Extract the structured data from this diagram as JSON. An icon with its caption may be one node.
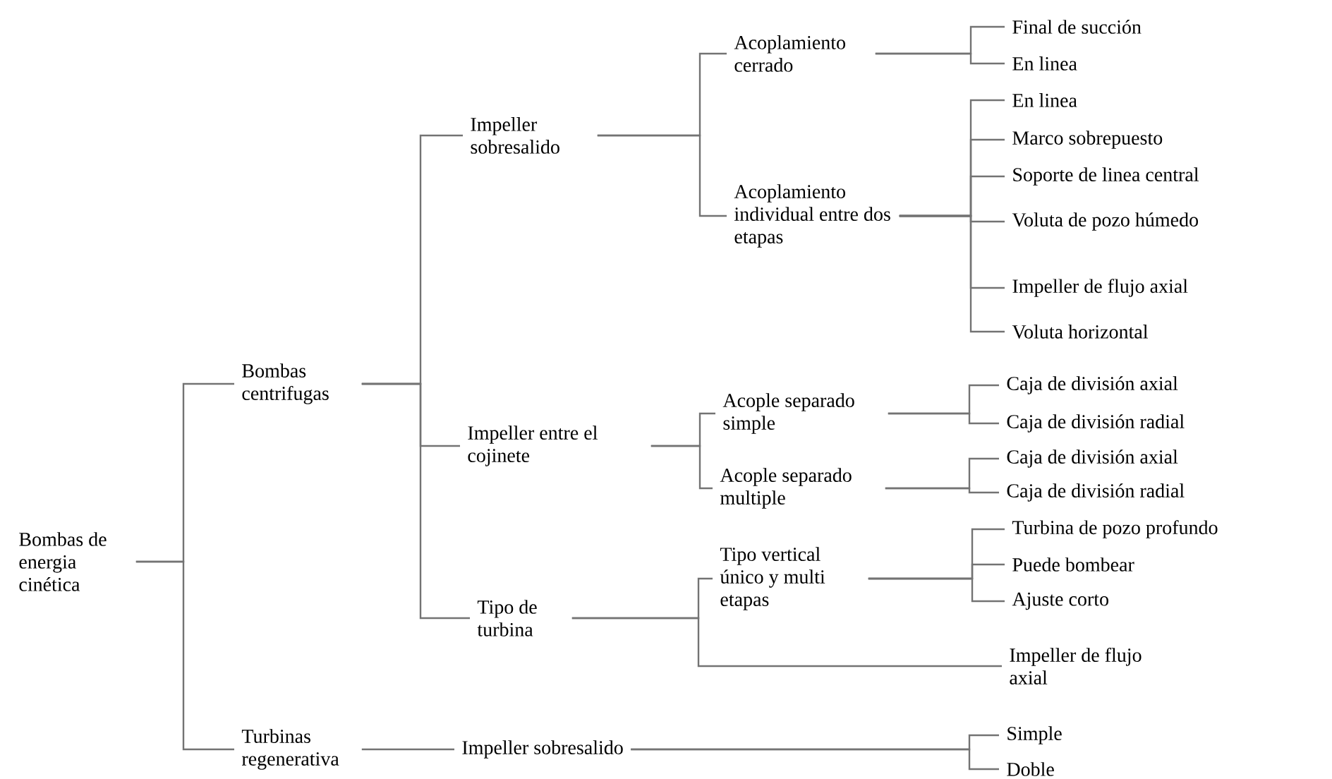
{
  "diagram": {
    "nodes": [
      {
        "text": [
          "Bombas de energia cinética"
        ]
      },
      {
        "text": [
          "Bombas centrifugas"
        ]
      },
      {
        "text": [
          "Impeller sobresalido"
        ]
      },
      {
        "text": [
          "Acoplamiento cerrado"
        ]
      },
      {
        "text": [
          "Final de succión"
        ]
      },
      {
        "text": [
          "En linea"
        ]
      },
      {
        "text": [
          "Acoplamiento individual entre dos etapas"
        ]
      },
      {
        "text": [
          "En linea"
        ]
      },
      {
        "text": [
          "Marco sobrepuesto"
        ]
      },
      {
        "text": [
          "Soporte de linea central"
        ]
      },
      {
        "text": [
          "Voluta de pozo húmedo"
        ]
      },
      {
        "text": [
          "Impeller de flujo axial"
        ]
      },
      {
        "text": [
          "Voluta horizontal"
        ]
      },
      {
        "text": [
          "Impeller entre el cojinete"
        ]
      },
      {
        "text": [
          "Acople separado simple"
        ]
      },
      {
        "text": [
          "Caja de división axial"
        ]
      },
      {
        "text": [
          "Caja de división radial"
        ]
      },
      {
        "text": [
          "Acople separado multiple"
        ]
      },
      {
        "text": [
          "Caja de división axial"
        ]
      },
      {
        "text": [
          "Caja de división radial"
        ]
      },
      {
        "text": [
          "Tipo de turbina"
        ]
      },
      {
        "text": [
          "Tipo vertical único y multi etapas"
        ]
      },
      {
        "text": [
          "Turbina de pozo profundo"
        ]
      },
      {
        "text": [
          "Puede bombear"
        ]
      },
      {
        "text": [
          "Ajuste corto"
        ]
      },
      {
        "text": [
          "Impeller de flujo axial"
        ]
      },
      {
        "text": [
          "Turbinas regenerativa"
        ]
      },
      {
        "text": [
          "Impeller sobresalido"
        ]
      },
      {
        "text": [
          "Simple"
        ]
      },
      {
        "text": [
          "Doble"
        ]
      }
    ],
    "edges": [
      {
        "from": 0,
        "to": 1,
        "arrow": "none"
      },
      {
        "from": 0,
        "to": 26,
        "arrow": "none"
      },
      {
        "from": 1,
        "to": 2,
        "arrow": "none"
      },
      {
        "from": 1,
        "to": 13,
        "arrow": "none"
      },
      {
        "from": 1,
        "to": 20,
        "arrow": "none"
      },
      {
        "from": 2,
        "to": 3,
        "arrow": "none"
      },
      {
        "from": 2,
        "to": 6,
        "arrow": "none"
      },
      {
        "from": 3,
        "to": 4,
        "arrow": "none"
      },
      {
        "from": 3,
        "to": 5,
        "arrow": "none"
      },
      {
        "from": 6,
        "to": 7,
        "arrow": "none"
      },
      {
        "from": 6,
        "to": 8,
        "arrow": "none"
      },
      {
        "from": 6,
        "to": 9,
        "arrow": "none"
      },
      {
        "from": 6,
        "to": 10,
        "arrow": "none"
      },
      {
        "from": 6,
        "to": 11,
        "arrow": "none"
      },
      {
        "from": 6,
        "to": 12,
        "arrow": "none"
      },
      {
        "from": 13,
        "to": 14,
        "arrow": "none"
      },
      {
        "from": 13,
        "to": 17,
        "arrow": "none"
      },
      {
        "from": 14,
        "to": 15,
        "arrow": "none"
      },
      {
        "from": 14,
        "to": 16,
        "arrow": "none"
      },
      {
        "from": 17,
        "to": 18,
        "arrow": "none"
      },
      {
        "from": 17,
        "to": 19,
        "arrow": "none"
      },
      {
        "from": 20,
        "to": 21,
        "arrow": "none"
      },
      {
        "from": 20,
        "to": 25,
        "arrow": "none"
      },
      {
        "from": 21,
        "to": 22,
        "arrow": "none"
      },
      {
        "from": 21,
        "to": 23,
        "arrow": "none"
      },
      {
        "from": 21,
        "to": 24,
        "arrow": "none"
      },
      {
        "from": 26,
        "to": 27,
        "arrow": "none"
      },
      {
        "from": 27,
        "to": 28,
        "arrow": "none"
      },
      {
        "from": 27,
        "to": 29,
        "arrow": "none"
      }
    ]
  }
}
